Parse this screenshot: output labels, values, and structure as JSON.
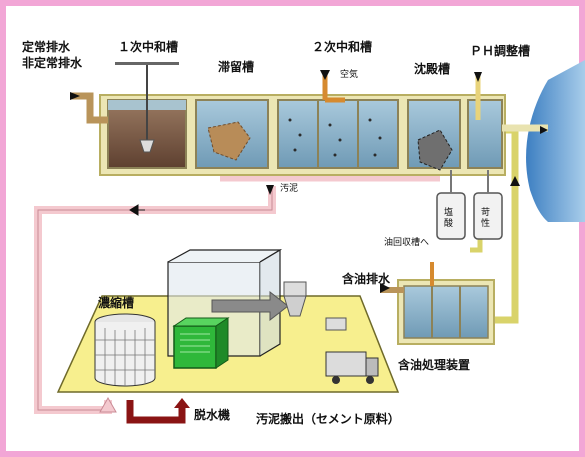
{
  "labels": {
    "inflow_1": "定常排水",
    "inflow_2": "非定常排水",
    "tank1": "１次中和槽",
    "stagnant": "滞留槽",
    "tank2": "２次中和槽",
    "air": "空気",
    "settling": "沈殿槽",
    "ph": "ＰＨ調整槽",
    "sludge": "汚泥",
    "acid": "塩酸",
    "caustic": "苛性",
    "oil_recovery": "油回収槽へ",
    "oil_inflow": "含油排水",
    "oil_device": "含油処理装置",
    "thickener": "濃縮槽",
    "dehydrator": "脱水機",
    "export": "汚泥搬出（セメント原料）"
  },
  "colors": {
    "border": "#f2a6d6",
    "platform": "#f7ef8e",
    "pipe_pink": "#f4c9cf",
    "pipe_yellow": "#d9d36a",
    "water": "#8bb6cf",
    "river": "#6ea6d6",
    "sludge": "#7b5a44",
    "arrow_red": "#8a1414"
  }
}
